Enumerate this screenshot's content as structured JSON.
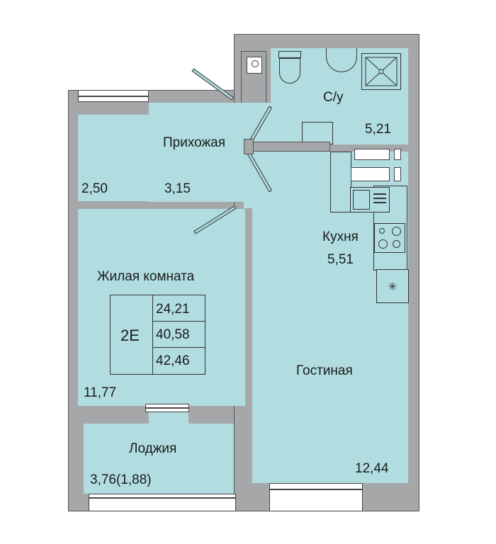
{
  "plan": {
    "rooms": [
      {
        "id": "bathroom",
        "label": "С/у",
        "area": "5,21"
      },
      {
        "id": "hallway",
        "label": "Прихожая",
        "area": "3,15"
      },
      {
        "id": "storage",
        "label": "",
        "area": "2,50"
      },
      {
        "id": "kitchen",
        "label": "Кухня",
        "area": "5,51"
      },
      {
        "id": "living-room",
        "label": "Жилая комната",
        "area": "11,77"
      },
      {
        "id": "guest-room",
        "label": "Гостиная",
        "area": "12,44"
      },
      {
        "id": "loggia",
        "label": "Лоджия",
        "area": "3,76(1,88)"
      }
    ],
    "apartment": {
      "type": "2Е",
      "living_area": "24,21",
      "total_area": "40,58",
      "total_area_with_loggia": "42,46"
    }
  },
  "colors": {
    "room_fill": "#b1dde1",
    "wall": "#a6a7a9",
    "outline": "#333333"
  }
}
